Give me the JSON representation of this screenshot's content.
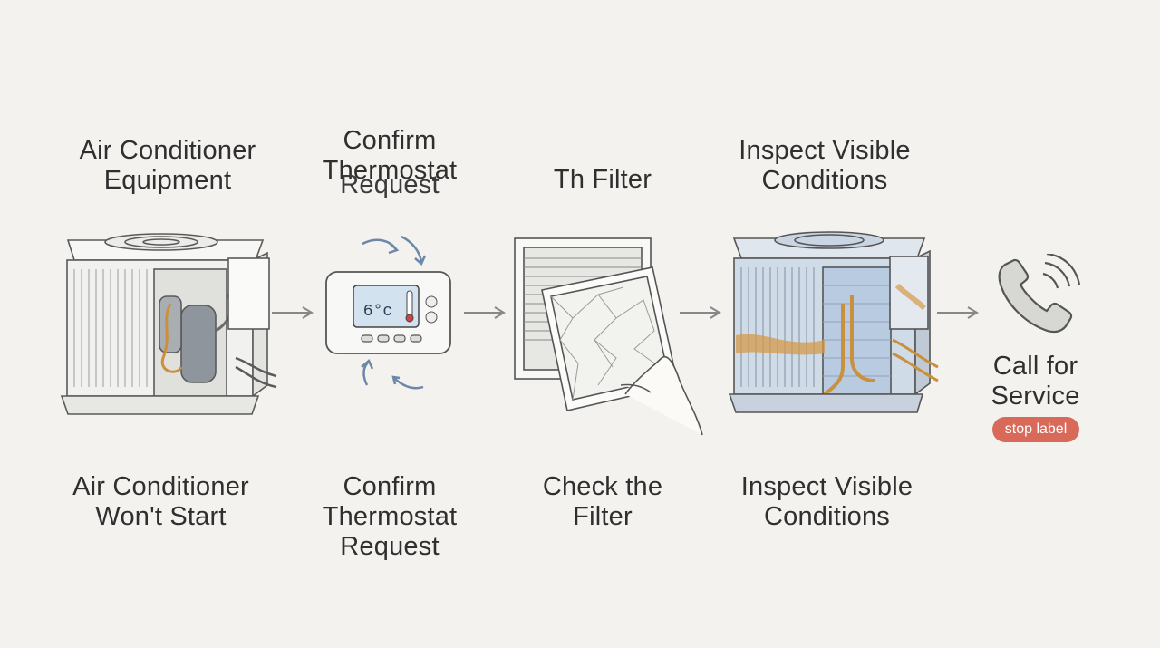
{
  "steps": [
    {
      "top_lines": [
        "Air Conditioner",
        "Equipment"
      ],
      "bottom_lines": [
        "Air Conditioner",
        "Won't Start"
      ],
      "icon": "ac-unit-icon"
    },
    {
      "top_lines_a": [
        "Confirm",
        "Thermostat"
      ],
      "top_lines_b": [
        "Request"
      ],
      "bottom_lines": [
        "Confirm",
        "Thermostat",
        "Request"
      ],
      "icon": "thermostat-icon",
      "display": "6°c"
    },
    {
      "top_lines": [
        "Th Filter"
      ],
      "bottom_lines": [
        "Check the",
        "Filter"
      ],
      "icon": "air-filter-icon"
    },
    {
      "top_lines": [
        "Inspect Visible",
        "Conditions"
      ],
      "bottom_lines": [
        "Inspect Visible",
        "Conditions"
      ],
      "icon": "ac-unit-inspect-icon"
    },
    {
      "lines": [
        "Call for",
        "Service"
      ],
      "badge": "stop label",
      "icon": "phone-icon"
    }
  ],
  "colors": {
    "background": "#f3f2ee",
    "badge": "#d96a5a",
    "arrow": "#888888",
    "rust": "#d49a4a",
    "blue_tint": "#b9cbe0"
  }
}
